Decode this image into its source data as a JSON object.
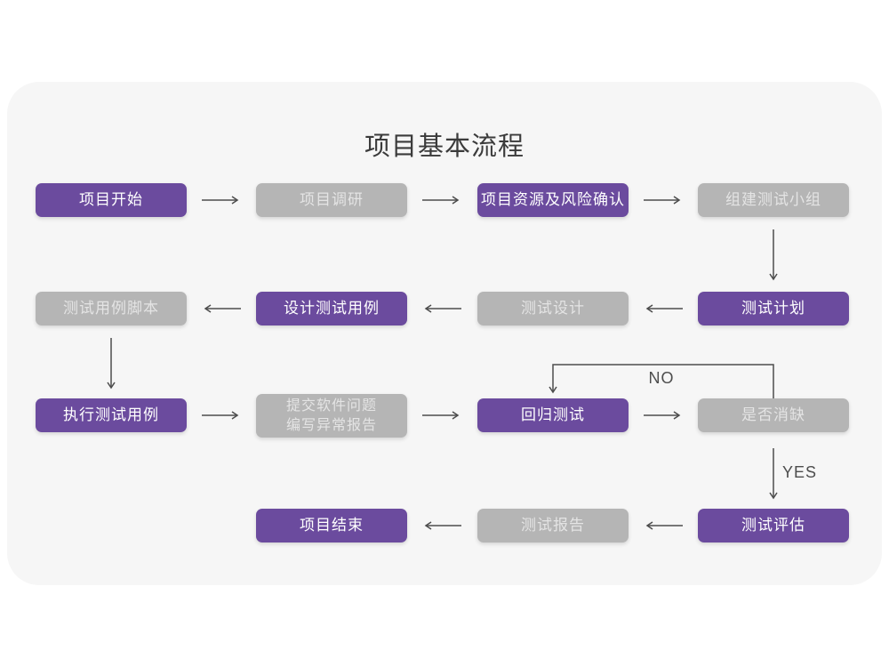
{
  "title": "项目基本流程",
  "colors": {
    "page_bg": "#ffffff",
    "card_bg": "#f6f6f6",
    "purple": "#6b4b9e",
    "gray": "#b5b5b5",
    "purple_text": "#ffffff",
    "gray_text": "#e4e4e4",
    "arrow": "#4d4d4d",
    "title_text": "#3b3b3b"
  },
  "flowchart": {
    "nodes": [
      {
        "id": "project-start",
        "label": "项目开始",
        "variant": "purple"
      },
      {
        "id": "project-research",
        "label": "项目调研",
        "variant": "gray"
      },
      {
        "id": "resources-risk-confirm",
        "label": "项目资源及风险确认",
        "variant": "purple"
      },
      {
        "id": "build-test-team",
        "label": "组建测试小组",
        "variant": "gray"
      },
      {
        "id": "test-plan",
        "label": "测试计划",
        "variant": "purple"
      },
      {
        "id": "test-design",
        "label": "测试设计",
        "variant": "gray"
      },
      {
        "id": "design-test-cases",
        "label": "设计测试用例",
        "variant": "purple"
      },
      {
        "id": "test-case-scripts",
        "label": "测试用例脚本",
        "variant": "gray"
      },
      {
        "id": "execute-test-cases",
        "label": "执行测试用例",
        "variant": "purple"
      },
      {
        "id": "submit-issues",
        "lines": [
          "提交软件问题",
          "编写异常报告"
        ],
        "variant": "gray"
      },
      {
        "id": "regression-test",
        "label": "回归测试",
        "variant": "purple"
      },
      {
        "id": "defect-resolved",
        "label": "是否消缺",
        "variant": "gray"
      },
      {
        "id": "test-evaluation",
        "label": "测试评估",
        "variant": "purple"
      },
      {
        "id": "test-report",
        "label": "测试报告",
        "variant": "gray"
      },
      {
        "id": "project-end",
        "label": "项目结束",
        "variant": "purple"
      }
    ],
    "edge_labels": {
      "no": "NO",
      "yes": "YES"
    }
  }
}
